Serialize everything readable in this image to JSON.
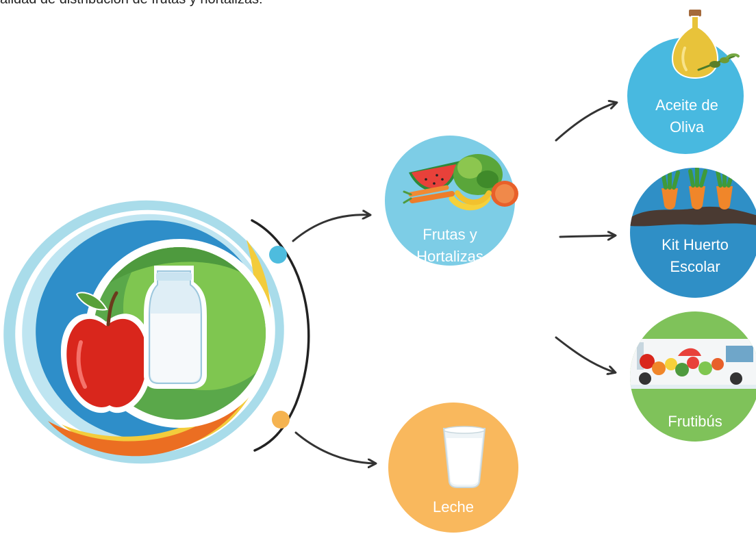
{
  "heading": "alidad de distribución de frutas y hortalizas:",
  "logo": {
    "name": "apple-and-milk-bottle-logo",
    "ring_colors": [
      "#a9dcea",
      "#2e8ec9",
      "#f0a735",
      "#eb6e22",
      "#6cb93f"
    ]
  },
  "branch_dots": {
    "fruit": "#4ebcde",
    "milk": "#f5b350"
  },
  "nodes": {
    "frutas": {
      "line1": "Frutas y",
      "line2": "Hortalizas",
      "color": "#7dcde6",
      "icon": "fruits-vegetables-icon"
    },
    "leche": {
      "line1": "Leche",
      "color": "#f9b85d",
      "icon": "milk-glass-icon"
    },
    "aceite": {
      "line1": "Aceite de",
      "line2": "Oliva",
      "color": "#48b9e0",
      "icon": "olive-oil-bottle-icon"
    },
    "huerto": {
      "line1": "Kit Huerto",
      "line2": "Escolar",
      "color": "#2f8fc6",
      "icon": "carrots-in-soil-icon"
    },
    "frutibus": {
      "line1": "Frutibús",
      "color": "#7fc25a",
      "icon": "fruit-bus-icon"
    }
  }
}
